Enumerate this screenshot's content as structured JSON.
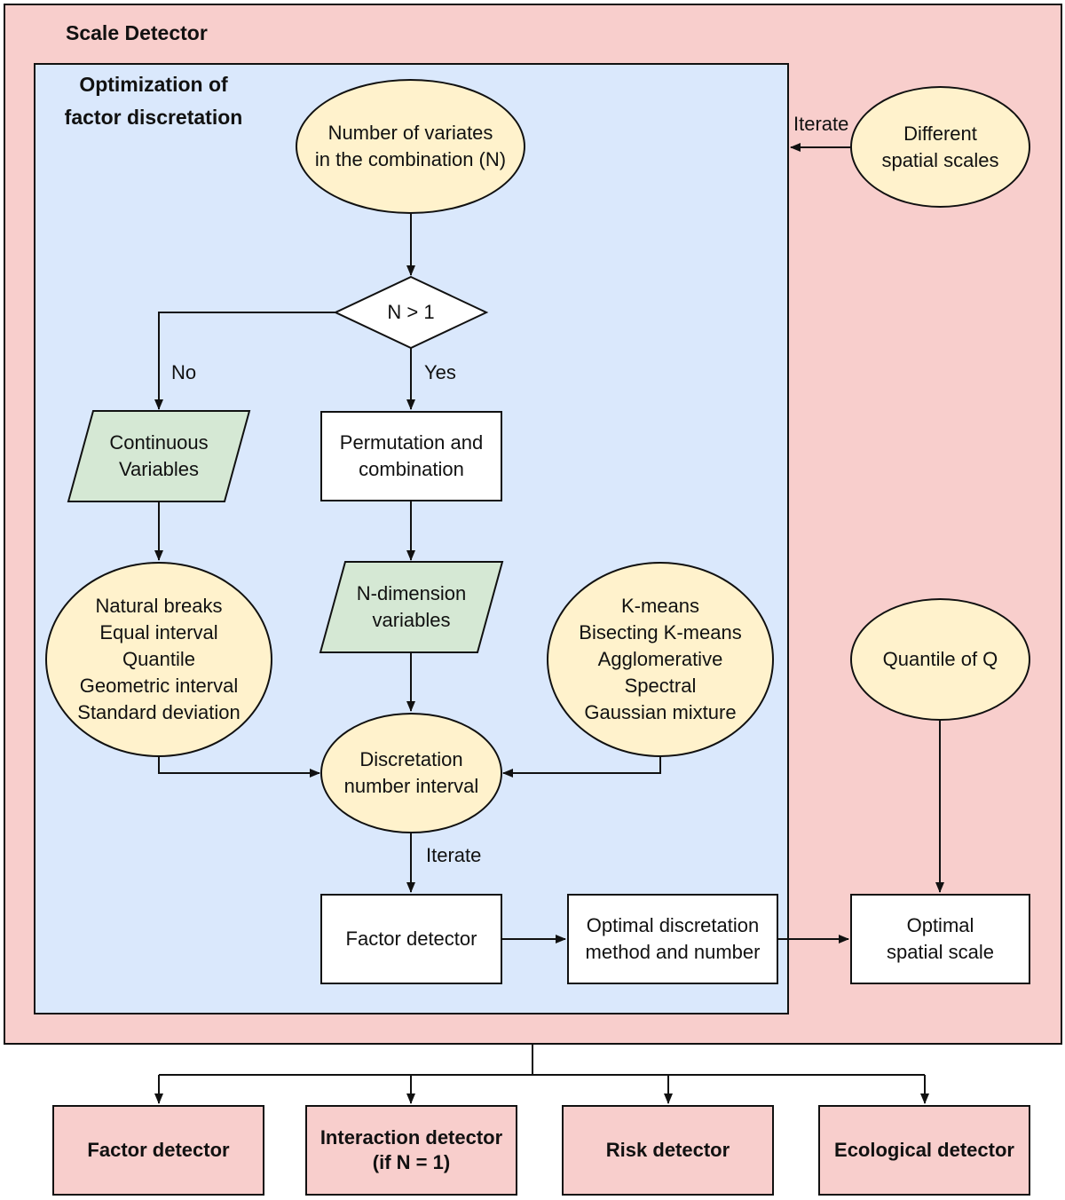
{
  "outer_title": "Scale Detector",
  "inner_title": "Optimization of\nfactor discretation",
  "nodes": {
    "number_variates": "Number of variates\nin the combination (N)",
    "decision": "N > 1",
    "continuous": "Continuous\nVariables",
    "permutation": "Permutation and\ncombination",
    "natural_breaks": "Natural breaks\nEqual interval\nQuantile\nGeometric interval\nStandard deviation",
    "n_dimension": "N-dimension\nvariables",
    "kmeans": "K-means\nBisecting K-means\nAgglomerative\nSpectral\nGaussian mixture",
    "discretation_interval": "Discretation\nnumber interval",
    "factor_detector_inner": "Factor detector",
    "optimal_method": "Optimal discretation\nmethod and number",
    "different_scales": "Different\nspatial scales",
    "quantile_q": "Quantile of Q",
    "optimal_scale": "Optimal\nspatial scale"
  },
  "edge_labels": {
    "no": "No",
    "yes": "Yes",
    "iterate_inner": "Iterate",
    "iterate_outer": "Iterate"
  },
  "bottom": {
    "factor": "Factor detector",
    "interaction": "Interaction detector\n(if N = 1)",
    "risk": "Risk detector",
    "ecological": "Ecological detector"
  },
  "colors": {
    "outer_fill": "#f8cecc",
    "inner_fill": "#dae8fc",
    "ellipse_fill": "#fff2cc",
    "parallelogram_fill": "#d5e8d4",
    "line": "#111111"
  }
}
